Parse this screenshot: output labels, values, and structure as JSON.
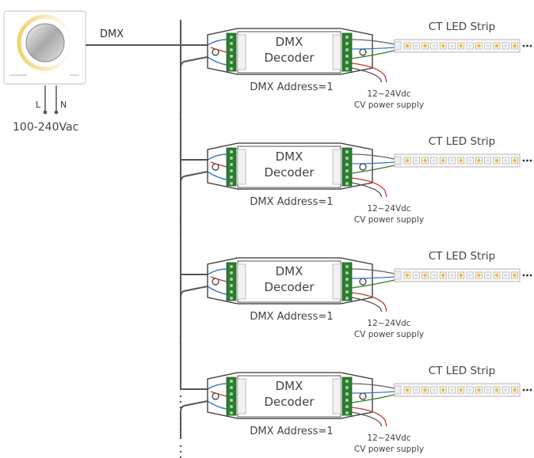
{
  "controller": {
    "input_label": "DMX",
    "live_label": "L",
    "neutral_label": "N",
    "voltage": "100-240Vac"
  },
  "modules": [
    {
      "decoder_line1": "DMX",
      "decoder_line2": "Decoder",
      "address": "DMX Address=1",
      "strip_label": "CT LED Strip",
      "psu_line1": "12~24Vdc",
      "psu_line2": "CV power supply"
    },
    {
      "decoder_line1": "DMX",
      "decoder_line2": "Decoder",
      "address": "DMX Address=1",
      "strip_label": "CT LED Strip",
      "psu_line1": "12~24Vdc",
      "psu_line2": "CV power supply"
    },
    {
      "decoder_line1": "DMX",
      "decoder_line2": "Decoder",
      "address": "DMX Address=1",
      "strip_label": "CT LED Strip",
      "psu_line1": "12~24Vdc",
      "psu_line2": "CV power supply"
    },
    {
      "decoder_line1": "DMX",
      "decoder_line2": "Decoder",
      "address": "DMX Address=1",
      "strip_label": "CT LED Strip",
      "psu_line1": "12~24Vdc",
      "psu_line2": "CV power supply"
    }
  ],
  "colors": {
    "wire": "#555555",
    "terminal": "#2e7d32",
    "blue_wire": "#3a78c2",
    "red_wire": "#c0392b",
    "warm_led": "#e8b84a"
  }
}
